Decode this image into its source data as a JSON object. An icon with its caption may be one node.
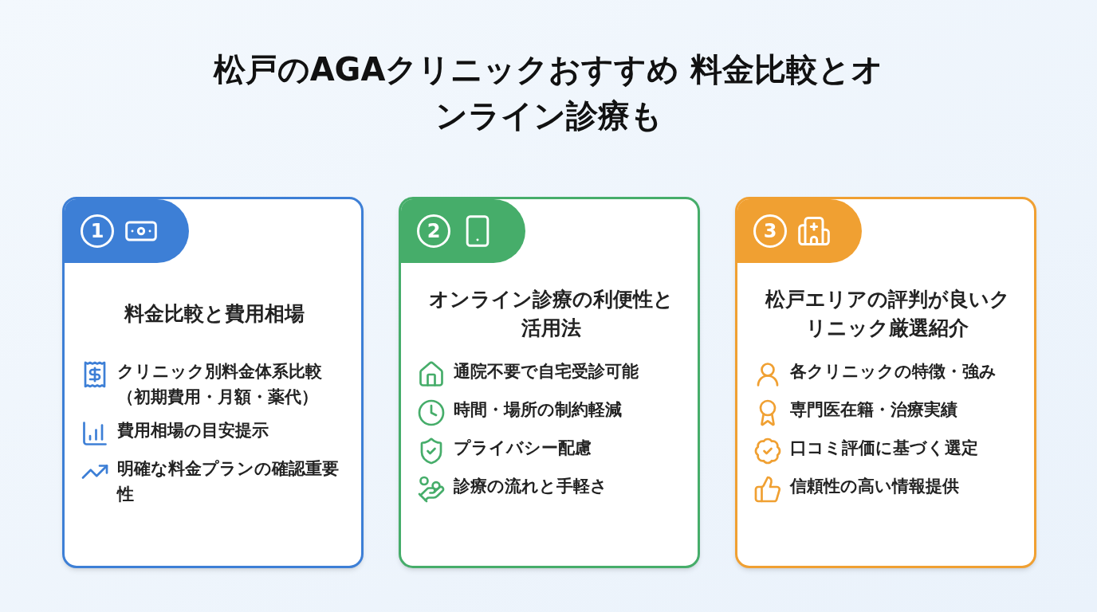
{
  "diagram": {
    "title": "松戸のAGAクリニックおすすめ 料金比較とオンライン診療も",
    "nodes": [
      {
        "text": [
          "料金比較と費用相場",
          "クリニック別料金体系比較（初期費用・月額・薬代）",
          "費用相場の目安提示",
          "明確な料金プランの確認重要性"
        ]
      },
      {
        "text": [
          "1"
        ],
        "in": 0
      },
      {
        "text": [
          "オンライン診療の利便性と活用法",
          "通院不要で自宅受診可能",
          "時間・場所の制約軽減",
          "プライバシー配慮",
          "診療の流れと手軽さ"
        ]
      },
      {
        "text": [
          "2"
        ],
        "in": 2
      },
      {
        "text": [
          "松戸エリアの評判が良いクリニック厳選紹介",
          "各クリニックの特徴・強み",
          "専門医在籍・治療実績",
          "口コミ評価に基づく選定",
          "信頼性の高い情報提供"
        ]
      },
      {
        "text": [
          "3"
        ],
        "in": 4
      }
    ],
    "edges": []
  }
}
